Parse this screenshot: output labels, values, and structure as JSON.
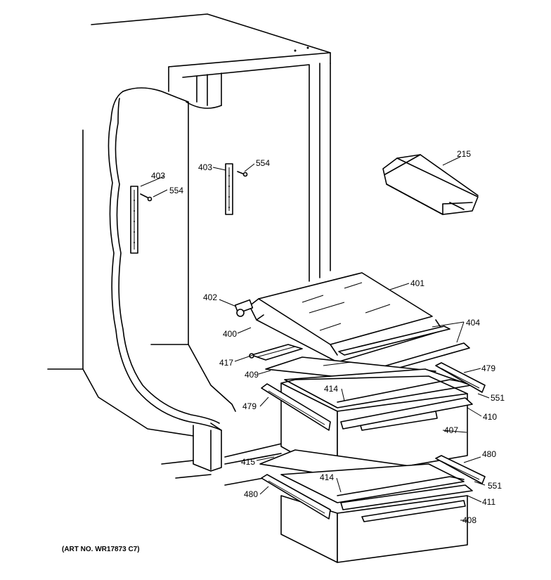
{
  "art_number": "(ART NO. WR17873 C7)",
  "callouts": [
    {
      "id": "215"
    },
    {
      "id": "401"
    },
    {
      "id": "402"
    },
    {
      "id": "400"
    },
    {
      "id": "403"
    },
    {
      "id": "554"
    },
    {
      "id": "403"
    },
    {
      "id": "554"
    },
    {
      "id": "404"
    },
    {
      "id": "417"
    },
    {
      "id": "409"
    },
    {
      "id": "479"
    },
    {
      "id": "414"
    },
    {
      "id": "551"
    },
    {
      "id": "479"
    },
    {
      "id": "410"
    },
    {
      "id": "407"
    },
    {
      "id": "415"
    },
    {
      "id": "480"
    },
    {
      "id": "414"
    },
    {
      "id": "551"
    },
    {
      "id": "480"
    },
    {
      "id": "411"
    },
    {
      "id": "408"
    }
  ]
}
